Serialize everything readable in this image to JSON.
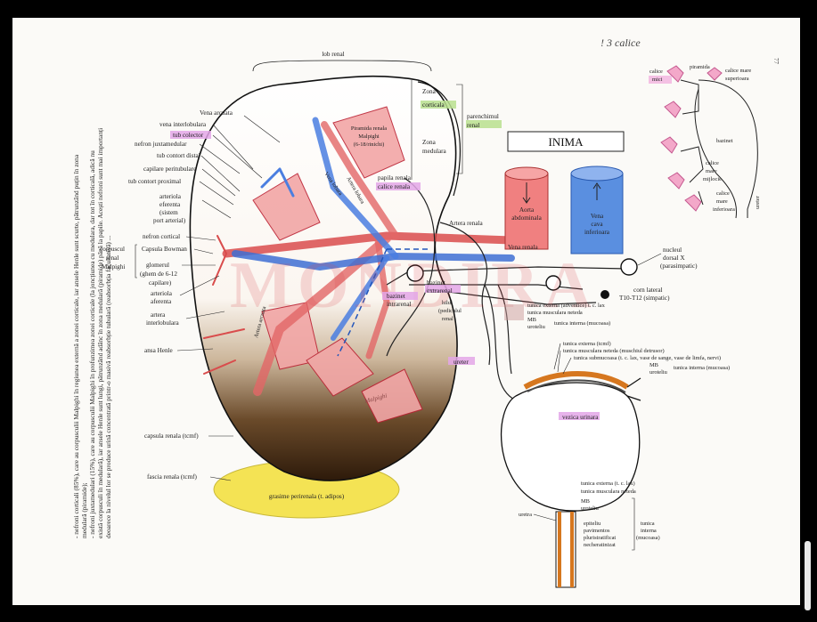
{
  "side_text": [
    "- nefroni corticali (85%), care au corpusculii Malpighi în regiunea externă a zonei corticale, iar ansele Henle sunt scurte, pătrunzând puțin în zona",
    "medulară (piramide);",
    "- nefroni juxtamedulari (15%), care au corpusculii Malpighi în profunzimea zonei corticale (la joncțiunea cu medulara, dar tot în corticală, adică nu",
    "există corpusculi în medulară), iar ansele Henle sunt lungi, pătrunzând adânc în zona medulară (piramide) până la papile. Acești nefroni sunt mai importanți",
    "deoarece la nivelul lor se produce urină concentrată printr-o masivă reabsorbție tubulară (reabsorbția facultativă) ..."
  ],
  "handwritten_note": "! 3 calice",
  "page_number": "77",
  "watermark": "MONDIRA",
  "heart_box": "INIMA",
  "kidney_labels": {
    "lob_renal": "lob renal",
    "zona_corticala_1": "Zona",
    "zona_corticala_2": "corticala",
    "zona_medulara_1": "Zona",
    "zona_medulara_2": "medulara",
    "parenchim_1": "parenchimul",
    "parenchim_2": "renal",
    "vena_arcuata": "Vena arcuata",
    "vena_interlobulara": "vena interlobulara",
    "tub_colector": "tub colector",
    "nefron_juxtamedular": "nefron juxtamedular",
    "tub_contort_distal": "tub contort distal",
    "capilare_peritubulare": "capilare peritubulare",
    "tub_contort_proximal": "tub contort proximal",
    "arteriola_eferenta_1": "arteriola",
    "arteriola_eferenta_2": "eferenta",
    "arteriola_eferenta_3": "(sistem",
    "arteriola_eferenta_4": "port arterial)",
    "nefron_cortical": "nefron cortical",
    "capsula_bowman": "Capsula Bowman",
    "corpuscul_1": "corpuscul",
    "corpuscul_2": "renal",
    "corpuscul_3": "Malpighi",
    "glomerul_1": "glomerul",
    "glomerul_2": "(ghem de 6-12",
    "glomerul_3": "capilare)",
    "arteriola_aferenta_1": "arteriola",
    "arteriola_aferenta_2": "aferenta",
    "artera_interlobulara_1": "artera",
    "artera_interlobulara_2": "interlobulara",
    "ansa_henle": "ansa Henle",
    "capsula_renala": "capsula renala (tcmf)",
    "fascia_renala": "fascia renala (tcmf)",
    "grasime_perirenala": "grasime perirenala (t. adipos)",
    "piramida_1": "Piramida renala",
    "piramida_2": "Malpighi",
    "piramida_3": "(6-18/rinichi)",
    "papila_renala": "papila renala",
    "calice_renala": "calice renala",
    "artera_renala": "Artera renala",
    "vena_renala": "Vena renala",
    "aorta_1": "Aorta",
    "aorta_2": "abdominala",
    "vena_cava_1": "Vena",
    "vena_cava_2": "cava",
    "vena_cava_3": "inferioara",
    "artera_lobara": "Artera lobara",
    "vena_lobara": "Vena lobara",
    "artera_arcuata": "Artera arcuata",
    "bazinet_intrarenal_1": "bazinet",
    "bazinet_intrarenal_2": "intrarenal",
    "bazinet_extrarenal_1": "bazinet",
    "bazinet_extrarenal_2": "extrarenal",
    "hil_1": "hilul",
    "hil_2": "(pediculul",
    "hil_3": "renal",
    "nucleul_1": "nucleul",
    "nucleul_2": "dorsal X",
    "nucleul_3": "(parasimpatic)",
    "corn_lateral_1": "corn lateral",
    "corn_lateral_2": "T10-T12 (simpatic)",
    "ureter_t_externa": "tunica externa (adventice) t. c. lax",
    "ureter_t_musculara": "tunica musculara neteda",
    "ureter_mb": "MB",
    "ureter_uroteliu": "uroteliu",
    "ureter_t_interna": "tunica interna (mucoasa)",
    "ureter": "ureter",
    "vezica_t_externa": "tunica externa (tcmf)",
    "vezica_t_musculara": "tunica musculara neteda (muschiul detrusor)",
    "vezica_t_submucoasa": "tunica submucoasa (t. c. lax, vase de sange, vase de limfa, nervi)",
    "vezica_mb": "MB",
    "vezica_uroteliu": "uroteliu",
    "vezica_t_interna": "tunica interna (mucoasa)",
    "vezica_urinara": "vezica urinara",
    "uretra": "uretra",
    "uretra_t_externa": "tunica externa (t. c. lax)",
    "uretra_t_musculara": "tunica musculara neteda",
    "uretra_mb": "MB",
    "uretra_uroteliu": "uroteliu",
    "uretra_epiteliu_1": "epiteliu",
    "uretra_epiteliu_2": "pavimentos",
    "uretra_epiteliu_3": "pluristratificat",
    "uretra_epiteliu_4": "necheratinizat",
    "uretra_t_interna_1": "tunica",
    "uretra_t_interna_2": "interna",
    "uretra_t_interna_3": "(mucoasa)",
    "calice_mici_1": "calice",
    "calice_mici_2": "mici",
    "piramida_small": "piramida",
    "calice_mare_sup_1": "calice mare",
    "calice_mare_sup_2": "superioara",
    "bazinet": "bazinet",
    "calice_mare_mij_1": "calice",
    "calice_mare_mij_2": "mare",
    "calice_mare_mij_3": "mijlocie",
    "calice_mare_inf_1": "calice",
    "calice_mare_inf_2": "mare",
    "calice_mare_inf_3": "inferioara",
    "ureter_small": "ureter"
  }
}
